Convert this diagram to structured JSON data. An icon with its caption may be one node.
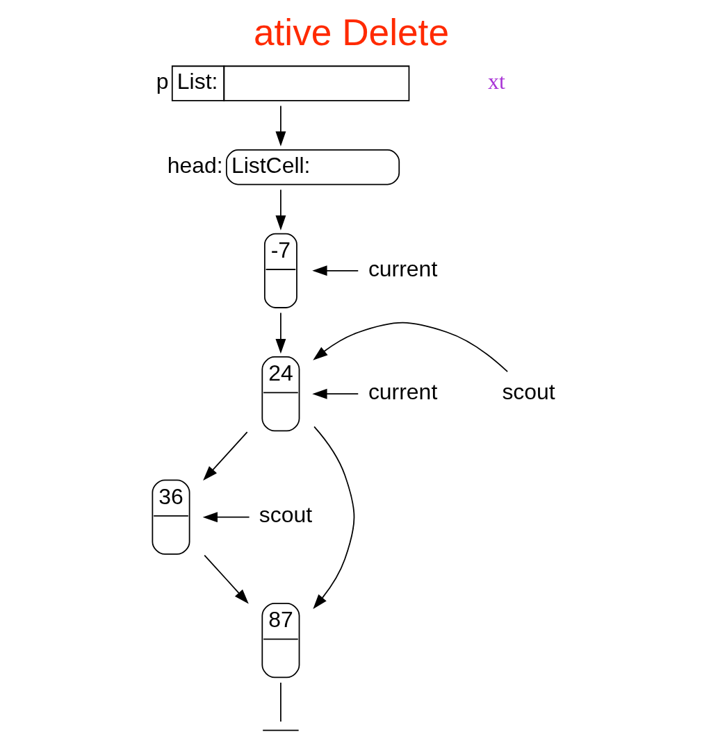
{
  "diagram": {
    "title": "ative Delete",
    "nodes": [
      {
        "text": [
          "List:"
        ],
        "beside": [
          "p"
        ]
      },
      {
        "text": [
          "ListCell:"
        ],
        "beside": [
          "head:"
        ]
      },
      {
        "text": [
          "-7"
        ]
      },
      {
        "text": [
          "24"
        ]
      },
      {
        "text": [
          "36"
        ]
      },
      {
        "text": [
          "87"
        ]
      },
      {
        "text": [],
        "shape": "ground"
      },
      {
        "text": [
          "current"
        ]
      },
      {
        "text": [
          "scout"
        ]
      },
      {
        "text": [
          "current"
        ]
      },
      {
        "text": [
          "scout"
        ]
      }
    ],
    "edges": [
      {
        "from": 0,
        "to": 1,
        "arrow": "to"
      },
      {
        "from": 1,
        "to": 2,
        "arrow": "to"
      },
      {
        "from": 2,
        "to": 3,
        "arrow": "to"
      },
      {
        "from": 3,
        "to": 4,
        "arrow": "to"
      },
      {
        "from": 3,
        "to": 5,
        "arrow": "to"
      },
      {
        "from": 4,
        "to": 5,
        "arrow": "to"
      },
      {
        "from": 5,
        "to": 6,
        "arrow": "none"
      },
      {
        "from": 7,
        "to": 2,
        "arrow": "to"
      },
      {
        "from": 8,
        "to": 3,
        "arrow": "to"
      },
      {
        "from": 9,
        "to": 3,
        "arrow": "to"
      },
      {
        "from": 10,
        "to": 4,
        "arrow": "to"
      }
    ],
    "labels": [
      "xt"
    ]
  }
}
